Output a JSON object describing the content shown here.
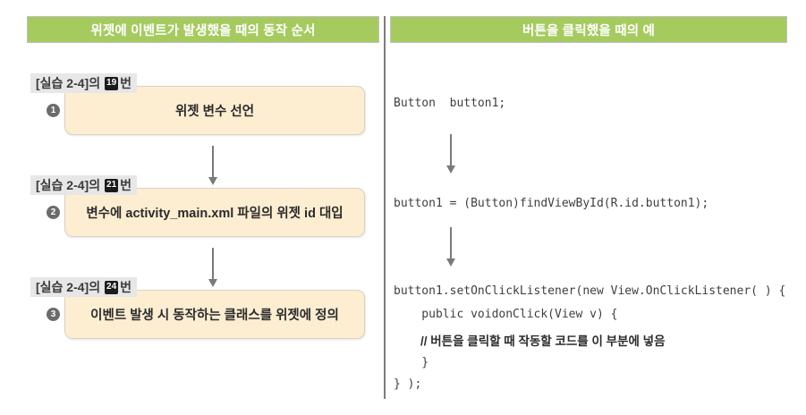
{
  "headers": {
    "left": "위젯에 이벤트가 발생했을 때의 동작 순서",
    "right": "버튼을 클릭했을 때의 예"
  },
  "colors": {
    "header_green": "#a5cb5f",
    "box_beige": "#fdeed2",
    "box_border": "#d9d2c4",
    "label_gray": "#e7e7e7",
    "badge_black": "#1b1b1b",
    "arrow_gray": "#7a7a7a",
    "divider_gray": "#7d7d7d"
  },
  "flow": {
    "steps": [
      {
        "bullet": "❶",
        "label_prefix": "[실습 2-4]의",
        "label_badge": "19",
        "label_suffix": "번",
        "box_text": "위젯 변수 선언"
      },
      {
        "bullet": "❷",
        "label_prefix": "[실습 2-4]의",
        "label_badge": "21",
        "label_suffix": "번",
        "box_text": "변수에 activity_main.xml 파일의 위젯 id 대입"
      },
      {
        "bullet": "❸",
        "label_prefix": "[실습 2-4]의",
        "label_badge": "24",
        "label_suffix": "번",
        "box_text": "이벤트 발생 시 동작하는 클래스를 위젯에 정의"
      }
    ]
  },
  "code": {
    "lines": [
      "Button  button1;",
      "button1 = (Button)findViewById(R.id.button1);",
      "button1.setOnClickListener(new View.OnClickListener( ) {",
      "    public voidonClick(View v) {",
      "        // 버튼을 클릭할 때 작동할 코드를 이 부분에 넣음",
      "    }",
      "} );"
    ],
    "comment_line": "        // 버튼을 클릭할 때 작동할 코드를 이 부분에 넣음"
  }
}
